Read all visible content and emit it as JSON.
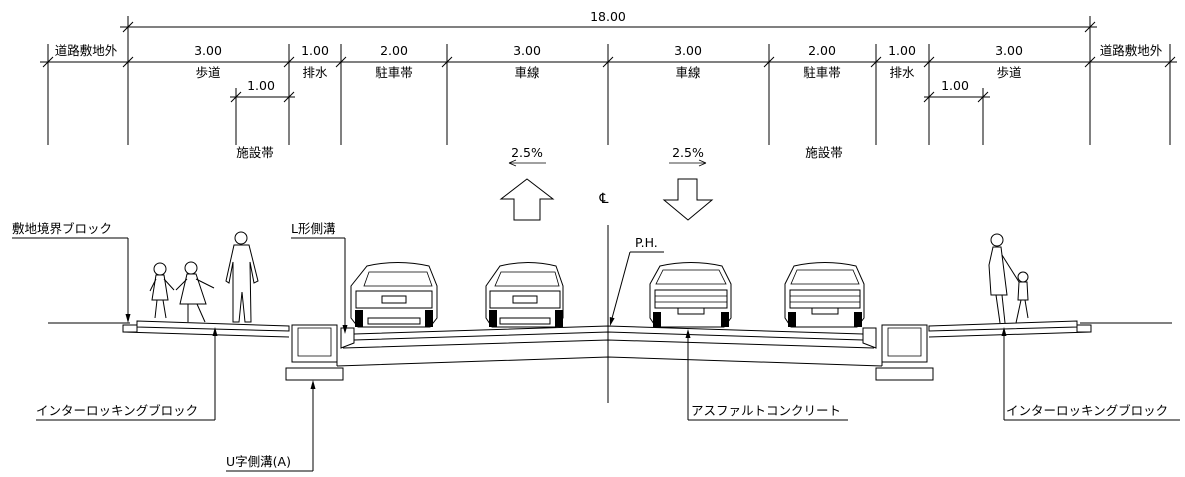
{
  "dimensions": {
    "total": "18.00",
    "outside_left": "道路敷地外",
    "outside_right": "道路敷地外",
    "segments": [
      {
        "value": "3.00",
        "name": "歩道"
      },
      {
        "value": "1.00",
        "name": "排水"
      },
      {
        "value": "2.00",
        "name": "駐車帯"
      },
      {
        "value": "3.00",
        "name": "車線"
      },
      {
        "value": "3.00",
        "name": "車線"
      },
      {
        "value": "2.00",
        "name": "駐車帯"
      },
      {
        "value": "1.00",
        "name": "排水"
      },
      {
        "value": "3.00",
        "name": "歩道"
      }
    ],
    "sub_left": "1.00",
    "sub_right": "1.00",
    "facility_left": "施設帯",
    "facility_right": "施設帯"
  },
  "slopes": {
    "left": "2.5%",
    "right": "2.5%"
  },
  "centerline_symbol": "℄",
  "callouts": {
    "boundary_block": "敷地境界ブロック",
    "l_gutter": "L形側溝",
    "ph": "P.H.",
    "interlocking_left": "インターロッキングブロック",
    "interlocking_right": "インターロッキングブロック",
    "asphalt": "アスファルトコンクリート",
    "u_gutter": "U字側溝(A)"
  },
  "colors": {
    "line": "#000000",
    "background": "#ffffff"
  }
}
